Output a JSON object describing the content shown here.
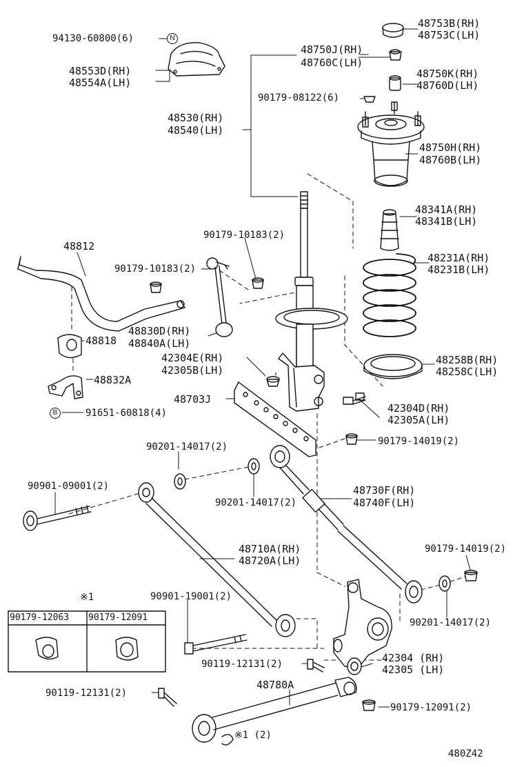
{
  "callouts": {
    "n_mark": "N",
    "b_mark": "B",
    "ref_mark": "※1",
    "ref_mark_qty": "※1 (2)"
  },
  "labels": {
    "p94130": "94130-60800(6)",
    "p48553": "48553D(RH)",
    "p48554": "48554A(LH)",
    "p48753b": "48753B(RH)",
    "p48753c": "48753C(LH)",
    "p48750j": "48750J(RH)",
    "p48760c": "48760C(LH)",
    "p48750k": "48750K(RH)",
    "p48760d": "48760D(LH)",
    "p90179_08122": "90179-08122(6)",
    "p48530": "48530(RH)",
    "p48540": "48540(LH)",
    "p48750h": "48750H(RH)",
    "p48760b": "48760B(LH)",
    "p48341a": "48341A(RH)",
    "p48341b": "48341B(LH)",
    "p48812": "48812",
    "p90179_10183a": "90179-10183(2)",
    "p90179_10183b": "90179-10183(2)",
    "p48231a": "48231A(RH)",
    "p48231b": "48231B(LH)",
    "p48830d": "48830D(RH)",
    "p48840a": "48840A(LH)",
    "p48818": "48818",
    "p42304e": "42304E(RH)",
    "p42305b": "42305B(LH)",
    "p48258b": "48258B(RH)",
    "p48258c": "48258C(LH)",
    "p48832a": "48832A",
    "p48703j": "48703J",
    "p91651": "91651-60818(4)",
    "p42304d": "42304D(RH)",
    "p42305a": "42305A(LH)",
    "p90201_a": "90201-14017(2)",
    "p90179_14019a": "90179-14019(2)",
    "p90901_09001": "90901-09001(2)",
    "p48730f": "48730F(RH)",
    "p48740f": "48740F(LH)",
    "p90201_b": "90201-14017(2)",
    "p48710a": "48710A(RH)",
    "p48720a": "48720A(LH)",
    "p90179_14019b": "90179-14019(2)",
    "p90901_19001": "90901-19001(2)",
    "p90201_c": "90201-14017(2)",
    "p90119_a": "90119-12131(2)",
    "p42304": "42304 (RH)",
    "p42305": "42305 (LH)",
    "p48780a": "48780A",
    "p90119_b": "90119-12131(2)",
    "p90179_12091": "90179-12091(2)",
    "diagram_code": "480Z42"
  },
  "ref_box": {
    "left_header": "90179-12063",
    "right_header": "90179-12091"
  }
}
